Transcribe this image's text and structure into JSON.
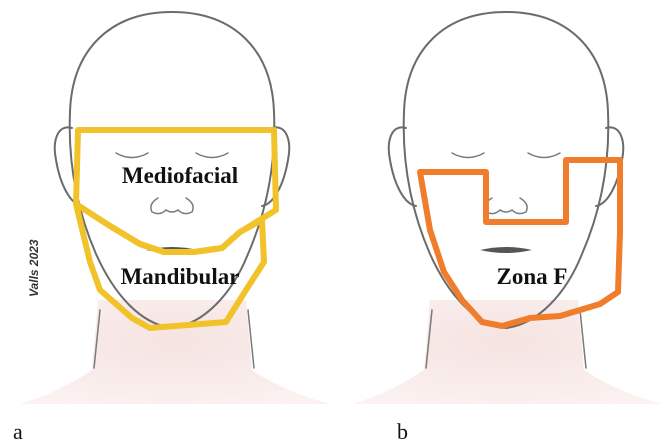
{
  "credit": "Valls 2023",
  "panels": [
    {
      "letter": "a",
      "zones": [
        {
          "label": "Mediofacial",
          "color": "#f2c22a"
        },
        {
          "label": "Mandibular",
          "color": "#f2c22a"
        }
      ]
    },
    {
      "letter": "b",
      "zones": [
        {
          "label": "Zona F",
          "color": "#ef7d2b"
        }
      ]
    }
  ],
  "skin_color": "#f6d9d6"
}
